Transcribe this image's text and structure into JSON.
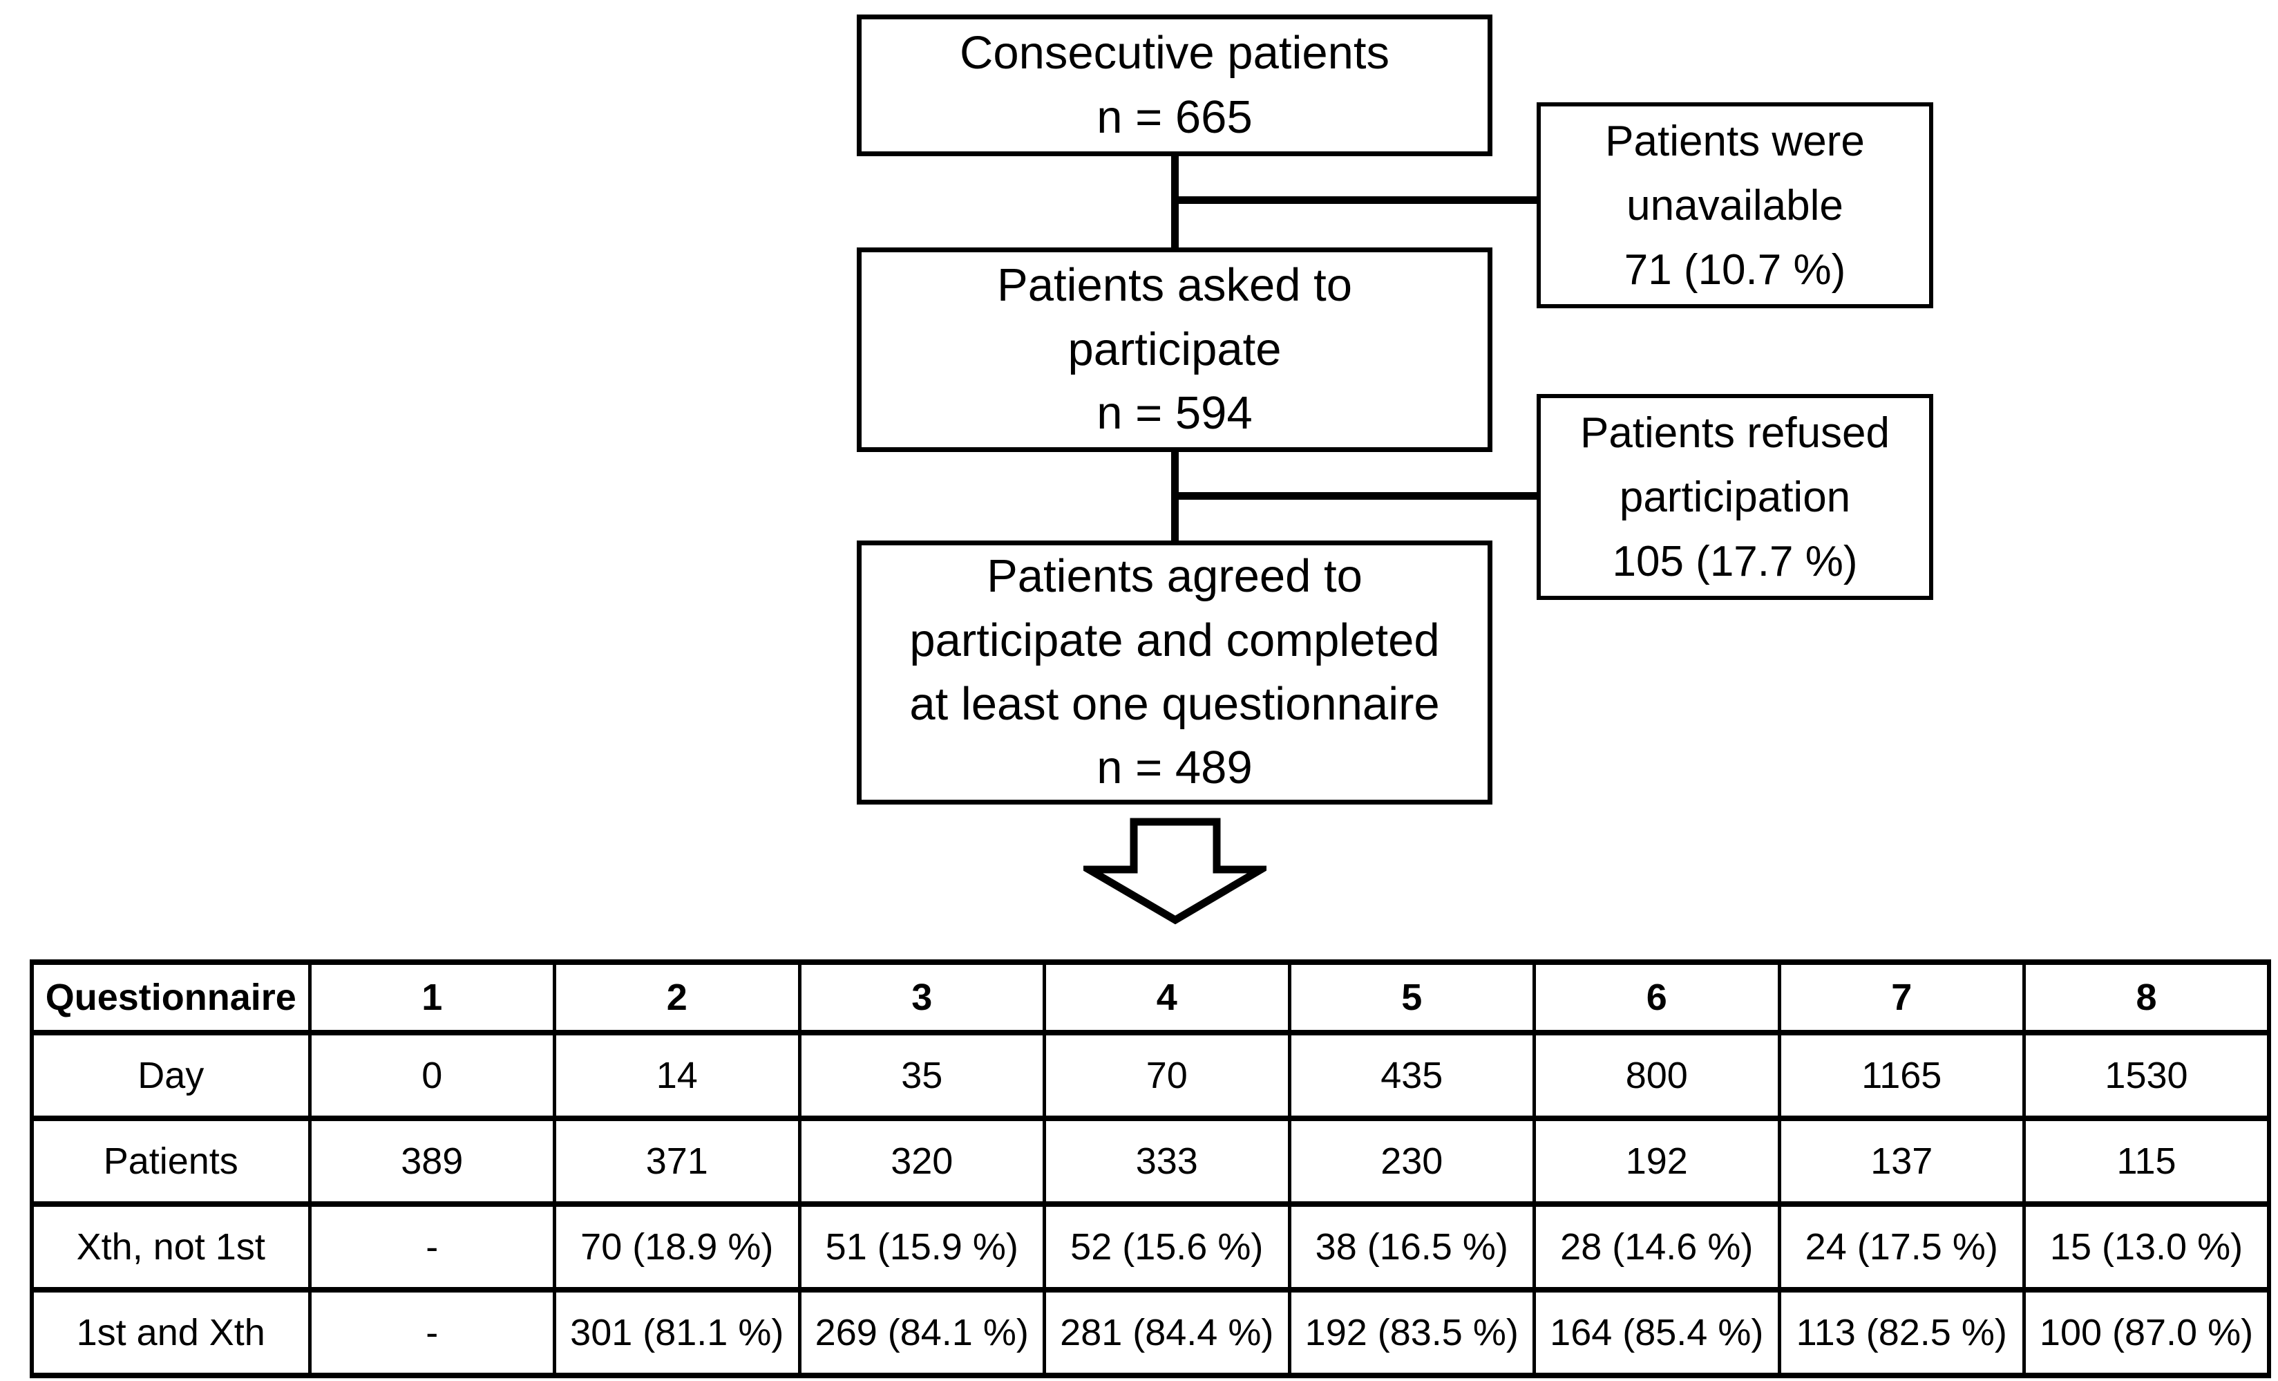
{
  "flowchart": {
    "main_boxes": [
      {
        "name": "consecutive-patients",
        "lines": [
          "Consecutive patients",
          "n = 665"
        ]
      },
      {
        "name": "patients-asked",
        "lines": [
          "Patients asked to",
          "participate",
          "n = 594"
        ]
      },
      {
        "name": "patients-agreed",
        "lines": [
          "Patients agreed to",
          "participate and completed",
          "at least one questionnaire",
          "n = 489"
        ]
      }
    ],
    "side_boxes": [
      {
        "name": "patients-unavailable",
        "lines": [
          "Patients were",
          "unavailable",
          "71 (10.7 %)"
        ]
      },
      {
        "name": "patients-refused",
        "lines": [
          "Patients refused",
          "participation",
          "105 (17.7 %)"
        ]
      }
    ]
  },
  "table": {
    "header": [
      "Questionnaire",
      "1",
      "2",
      "3",
      "4",
      "5",
      "6",
      "7",
      "8"
    ],
    "rows": [
      {
        "label": "Day",
        "values": [
          "0",
          "14",
          "35",
          "70",
          "435",
          "800",
          "1165",
          "1530"
        ]
      },
      {
        "label": "Patients",
        "values": [
          "389",
          "371",
          "320",
          "333",
          "230",
          "192",
          "137",
          "115"
        ]
      },
      {
        "label": "Xth, not 1st",
        "values": [
          "-",
          "70 (18.9 %)",
          "51 (15.9 %)",
          "52 (15.6 %)",
          "38 (16.5 %)",
          "28 (14.6 %)",
          "24 (17.5 %)",
          "15 (13.0 %)"
        ]
      },
      {
        "label": "1st and Xth",
        "values": [
          "-",
          "301 (81.1 %)",
          "269 (84.1 %)",
          "281 (84.4 %)",
          "192 (83.5 %)",
          "164 (85.4 %)",
          "113 (82.5 %)",
          "100 (87.0 %)"
        ]
      }
    ]
  },
  "colors": {
    "ink": "#000000",
    "background": "#ffffff"
  }
}
